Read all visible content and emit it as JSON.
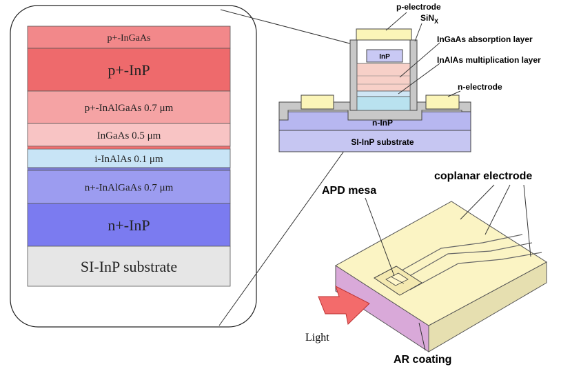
{
  "stack": {
    "layers": [
      {
        "label": "p+-InGaAs",
        "color": "#f2888a"
      },
      {
        "label": "p+-InP",
        "color": "#ee6a6c"
      },
      {
        "label": "p+-InAlGaAs 0.7 μm",
        "color": "#f5a3a4"
      },
      {
        "label": "InGaAs 0.5 μm",
        "color": "#f8c4c4"
      },
      {
        "label": "i-InAlAs  0.1 μm",
        "color": "#c8e4f6"
      },
      {
        "label": "n+-InAlGaAs 0.7 μm",
        "color": "#9c9cf0"
      },
      {
        "label": "n+-InP",
        "color": "#7b7bf0"
      },
      {
        "label": "SI-InP substrate",
        "color": "#e6e6e6"
      }
    ]
  },
  "cross_section": {
    "labels": {
      "p_electrode": "p-electrode",
      "sinx": "SiN",
      "sinx_sub": "X",
      "inp": "InP",
      "ingaas": "InGaAs absorption layer",
      "inalas": "InAlAs multiplication layer",
      "n_electrode": "n-electrode",
      "n_inp": "n-InP",
      "substrate": "SI-InP substrate"
    },
    "colors": {
      "electrode": "#fbf5b8",
      "sin": "#c8c8c8",
      "inp_sub": "#c6c6f2",
      "n_inp": "#b7b7f0",
      "mesa_pink": "#f7d0c8",
      "mesa_blue": "#cfe6f5",
      "inp_layer": "#c9c9f4"
    }
  },
  "chip": {
    "labels": {
      "coplanar": "coplanar  electrode",
      "apd_mesa": "APD mesa",
      "light": "Light",
      "ar_coating": "AR coating"
    },
    "colors": {
      "top": "#fbf4c4",
      "side": "#d9a9d9",
      "arrow": "#f36b6b"
    }
  }
}
